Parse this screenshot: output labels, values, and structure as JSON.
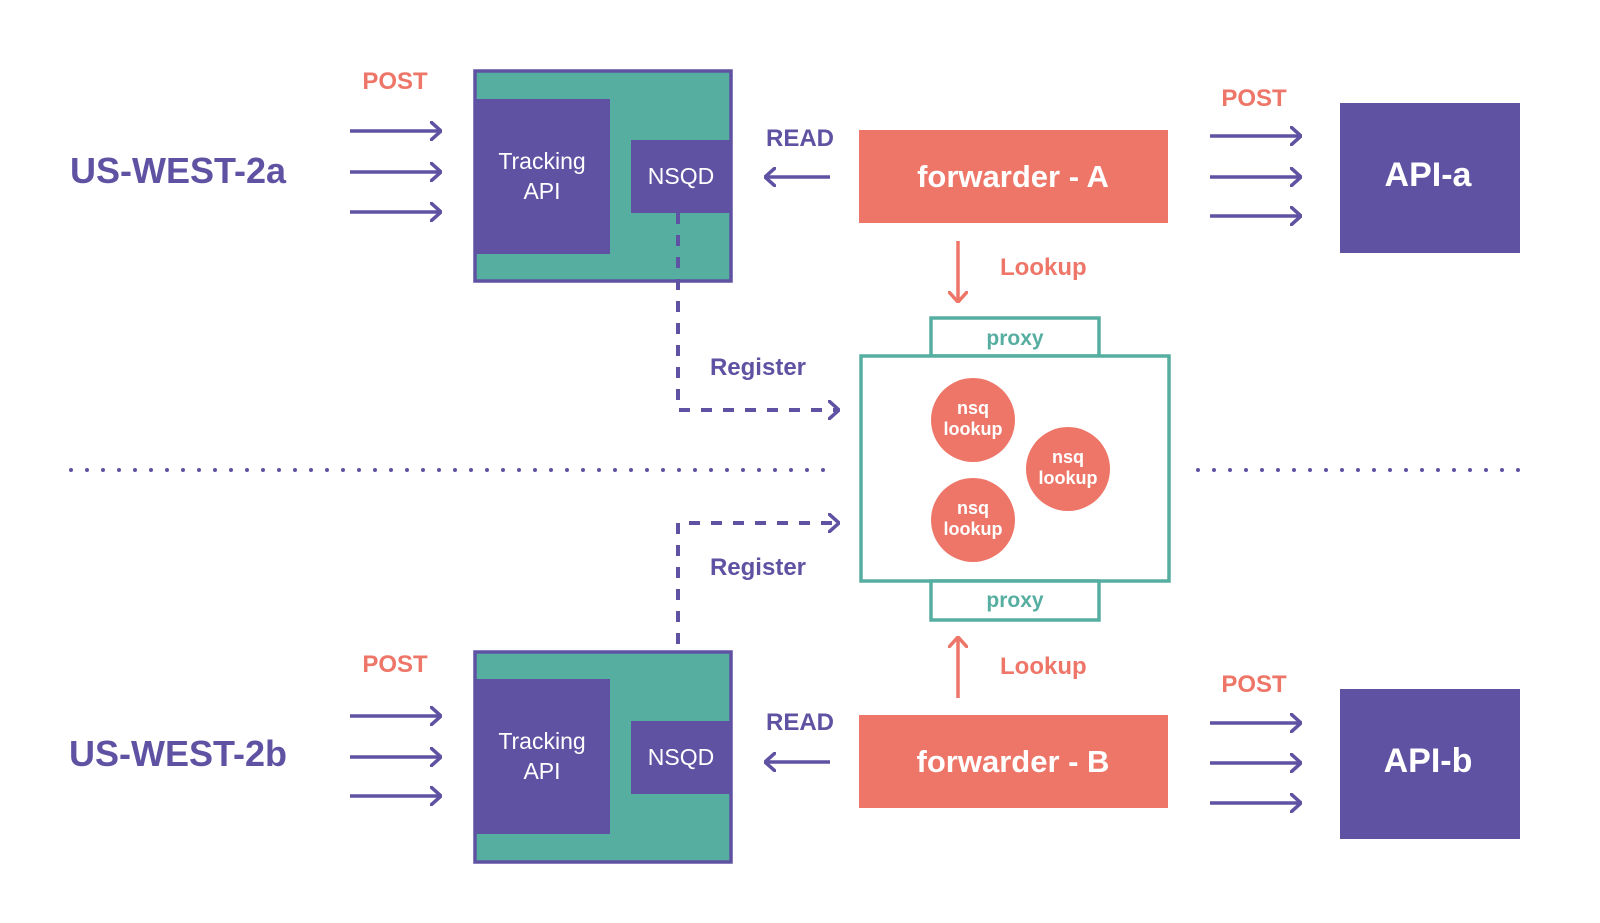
{
  "colors": {
    "purple": "#5F52A3",
    "teal": "#56AEA0",
    "coral": "#EE7668",
    "white": "#FFFFFF",
    "background": "#FFFFFF"
  },
  "zones": {
    "top": "US-WEST-2a",
    "bottom": "US-WEST-2b"
  },
  "inbound_label": "POST",
  "outbound_label": "POST",
  "tracking": {
    "label_line1": "Tracking",
    "label_line2": "API",
    "nsqd": "NSQD"
  },
  "read_label": "READ",
  "register_label": "Register",
  "lookup_label": "Lookup",
  "forwarders": {
    "a": "forwarder - A",
    "b": "forwarder - B"
  },
  "apis": {
    "a": "API-a",
    "b": "API-b"
  },
  "proxy_label": "proxy",
  "nsqlookup": {
    "line1": "nsq",
    "line2": "lookup"
  },
  "icons": {
    "inbound": "arrow-right-icon",
    "read": "arrow-left-icon",
    "lookup_top": "arrow-down-icon",
    "lookup_bottom": "arrow-up-icon",
    "register": "dashed-arrow-right-icon"
  }
}
